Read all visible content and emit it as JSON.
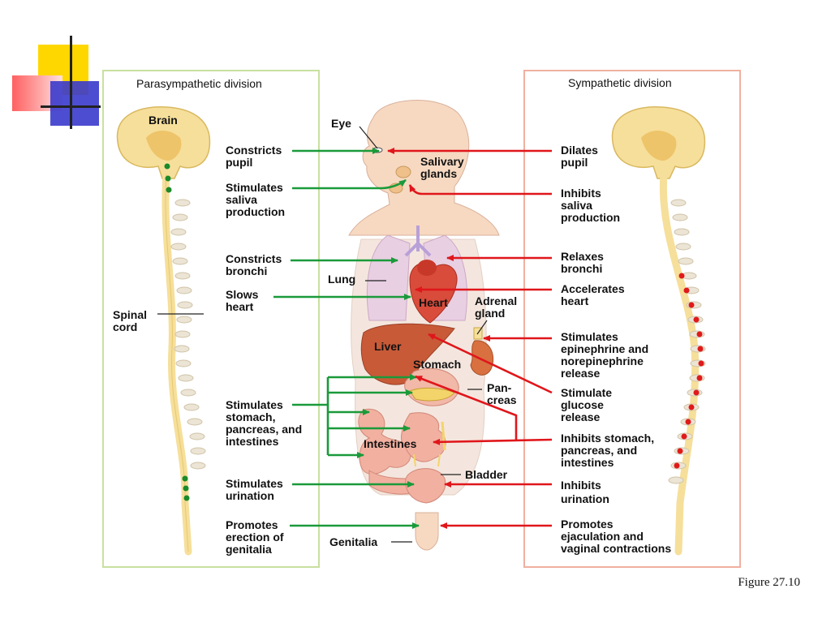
{
  "figure_label": "Figure 27.10",
  "parasympathetic": {
    "title": "Parasympathetic division",
    "brain": "Brain",
    "spinal_cord": "Spinal\ncord",
    "effects": [
      "Constricts\npupil",
      "Stimulates\nsaliva\nproduction",
      "Constricts\nbronchi",
      "Slows\nheart",
      "Stimulates\nstomach,\npancreas, and\nintestines",
      "Stimulates\nurination",
      "Promotes\nerection of\ngenitalia"
    ]
  },
  "sympathetic": {
    "title": "Sympathetic division",
    "effects": [
      "Dilates\npupil",
      "Inhibits\nsaliva\nproduction",
      "Relaxes\nbronchi",
      "Accelerates\nheart",
      "Stimulates\nepinephrine and\nnorepinephrine\nrelease",
      "Stimulate\nglucose\nrelease",
      "Inhibits stomach,\npancreas, and\nintestines",
      "Inhibits\nurination",
      "Promotes\nejaculation and\nvaginal contractions"
    ]
  },
  "organs": {
    "eye": "Eye",
    "salivary": "Salivary\nglands",
    "lung": "Lung",
    "heart": "Heart",
    "adrenal": "Adrenal\ngland",
    "liver": "Liver",
    "stomach": "Stomach",
    "pancreas": "Pan-\ncreas",
    "intestines": "Intestines",
    "bladder": "Bladder",
    "genitalia": "Genitalia"
  },
  "colors": {
    "parasympathetic_arrow": "#1a9a3a",
    "sympathetic_arrow": "#e0161b",
    "para_panel_border": "#c8e0a0",
    "symp_panel_border": "#f0b0a0",
    "nerve_yellow": "#f6df9a",
    "ganglion_green": "#1a8a2a",
    "ganglion_red": "#e01a1a"
  }
}
